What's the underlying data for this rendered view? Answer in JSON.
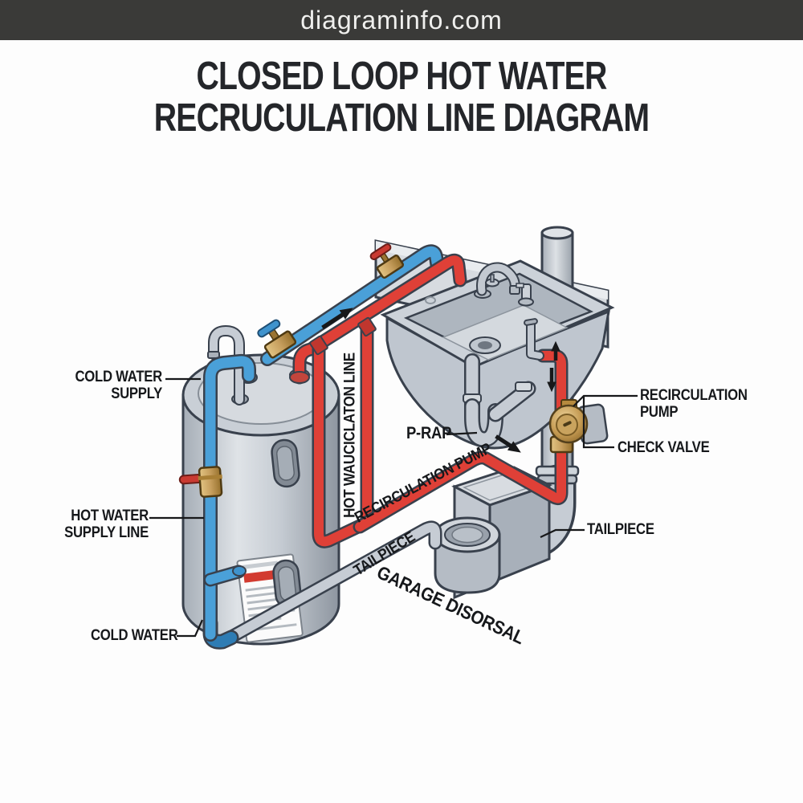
{
  "header": {
    "site": "diagraminfo.com"
  },
  "title": {
    "line1": "CLOSED LOOP HOT WATER",
    "line2": "RECRUCULATION LINE DIAGRAM"
  },
  "labels": {
    "cold_water_supply": "COLD WATER\nSUPPLY",
    "hot_water_supply_line": "HOT WATER\nSUPPLY LINE",
    "cold_water": "COLD WATER",
    "p_trap": "P-RAP",
    "recirculation_pump": "RECIRCULATION\nPUMP",
    "check_valve": "CHECK VALVE",
    "tailpiece": "TAILPIECE",
    "hot_recirculation_line": "HOT WAUCICLATON LINE",
    "recirculation_pump_diagonal": "RECIRCULATION PUMP",
    "tailpiece_diagonal": "TAILPIECE",
    "garbage_disposal": "GARAGE DISORSAL"
  },
  "colors": {
    "header_bg": "#3a3a38",
    "title_text": "#24262a",
    "hot_pipe": "#df4037",
    "cold_pipe": "#4aa0d8",
    "drain_pipe": "#c6ccd4",
    "brass": "#c79f5e",
    "outline": "#39414d",
    "label_text": "#16181b"
  }
}
